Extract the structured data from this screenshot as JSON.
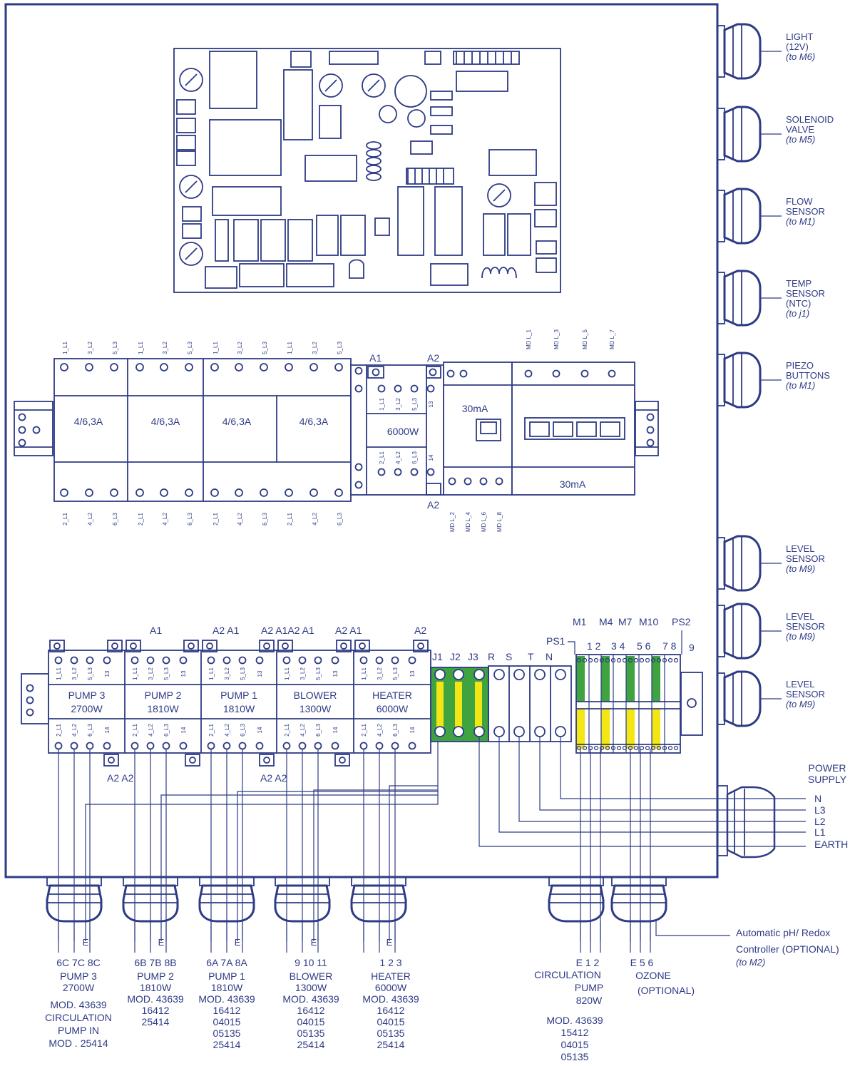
{
  "colors": {
    "line": "#2e3b85",
    "green": "#3fa33f",
    "yellow": "#f2e614",
    "background": "#ffffff"
  },
  "right_glands": [
    {
      "lines": [
        "LIGHT",
        "(12V)"
      ],
      "sub": "(to M6)"
    },
    {
      "lines": [
        "SOLENOID",
        "VALVE"
      ],
      "sub": "(to M5)"
    },
    {
      "lines": [
        "FLOW",
        "SENSOR"
      ],
      "sub": "(to M1)"
    },
    {
      "lines": [
        "TEMP",
        "SENSOR",
        "(NTC)"
      ],
      "sub": "(to j1)"
    },
    {
      "lines": [
        "PIEZO",
        "BUTTONS"
      ],
      "sub": "(to M1)"
    },
    {
      "lines": [
        "LEVEL",
        "SENSOR"
      ],
      "sub": "(to M9)"
    },
    {
      "lines": [
        "LEVEL",
        "SENSOR"
      ],
      "sub": "(to M9)"
    },
    {
      "lines": [
        "LEVEL",
        "SENSOR"
      ],
      "sub": "(to M9)"
    }
  ],
  "upper_rail": {
    "top_terminals": [
      "1_L1",
      "3_L2",
      "5_L3",
      "1_L1",
      "3_L2",
      "5_L3",
      "1_L1",
      "3_L2",
      "5_L3",
      "1_L1",
      "3_L2",
      "5_L3"
    ],
    "bottom_terminals": [
      "2_L1",
      "4_L2",
      "6_L3",
      "2_L1",
      "4_L2",
      "6_L3",
      "2_L1",
      "4_L2",
      "6_L3",
      "2_L1",
      "4_L2",
      "6_L3"
    ],
    "breakers": [
      "4/6,3A",
      "4/6,3A",
      "4/6,3A",
      "4/6,3A"
    ],
    "contactor": {
      "a1": "A1",
      "a2": "A2",
      "a2_bottom": "A2",
      "rating": "6000W",
      "top_terms": [
        "1_L1",
        "3_L2",
        "5_L3",
        "13"
      ],
      "bottom_terms": [
        "2_L1",
        "4_L2",
        "6_L3",
        "14"
      ]
    },
    "rcd_small": "30mA",
    "rcd_big": "30mA",
    "md_top": [
      "MD L_1",
      "MD L_3",
      "MD L_5",
      "MD L_7"
    ],
    "md_bottom": [
      "MD L_2",
      "MD L_4",
      "MD L_6",
      "MD L_8"
    ]
  },
  "contactors_lower": [
    {
      "name": "PUMP 3",
      "power": "2700W"
    },
    {
      "name": "PUMP 2",
      "power": "1810W"
    },
    {
      "name": "PUMP 1",
      "power": "1810W"
    },
    {
      "name": "BLOWER",
      "power": "1300W"
    },
    {
      "name": "HEATER",
      "power": "6000W"
    }
  ],
  "lower_top_terms": [
    "1_L1",
    "3_L2",
    "5_L3",
    "13"
  ],
  "lower_bottom_terms": [
    "2_L1",
    "4_L2",
    "6_L3",
    "14"
  ],
  "coil_labels_top": [
    "A1",
    "A2 A1",
    "A2 A1A2 A1",
    "A2 A1",
    "A2"
  ],
  "coil_labels_bottom": [
    "A2 A2",
    "A2 A2"
  ],
  "terminal_labels": [
    "J1",
    "J2",
    "J3",
    "R",
    "S",
    "T",
    "N"
  ],
  "module_labels": [
    "PS1",
    "M1",
    "M4",
    "M7",
    "M10",
    "PS2",
    "1 2",
    "3 4",
    "5 6",
    "7 8",
    "9"
  ],
  "power_supply": {
    "title": [
      "POWER",
      "SUPPLY"
    ],
    "lines": [
      "N",
      "L3",
      "L2",
      "L1",
      "EARTH"
    ]
  },
  "earth_marker": "E",
  "bottom_outputs": [
    {
      "wires": "6C  7C  8C",
      "lines": [
        "PUMP 3",
        "2700W",
        "MOD. 43639",
        "CIRCULATION",
        "PUMP IN",
        "MOD . 25414"
      ]
    },
    {
      "wires": "6B 7B   8B",
      "lines": [
        "PUMP 2",
        "1810W",
        "MOD. 43639",
        "16412",
        "25414"
      ]
    },
    {
      "wires": "6A  7A   8A",
      "lines": [
        "PUMP 1",
        "1810W",
        "MOD. 43639",
        "16412",
        "04015",
        "05135",
        "25414"
      ]
    },
    {
      "wires": "9    10   11",
      "lines": [
        "BLOWER",
        "1300W",
        "MOD. 43639",
        "16412",
        "04015",
        "05135",
        "25414"
      ]
    },
    {
      "wires": "1     2    3",
      "lines": [
        "HEATER",
        "6000W",
        "MOD. 43639",
        "16412",
        "04015",
        "05135",
        "25414"
      ]
    }
  ],
  "circulation": {
    "wires": "E 1 2",
    "lines": [
      "CIRCULATION",
      "PUMP",
      "820W",
      "MOD. 43639",
      "15412",
      "04015",
      "05135"
    ]
  },
  "ozone": {
    "wires": "E 5 6",
    "lines": [
      "OZONE",
      "(OPTIONAL)"
    ]
  },
  "ph_controller": {
    "lines": [
      "Automatic pH/ Redox",
      "Controller (OPTIONAL)"
    ],
    "sub": "(to M2)"
  }
}
